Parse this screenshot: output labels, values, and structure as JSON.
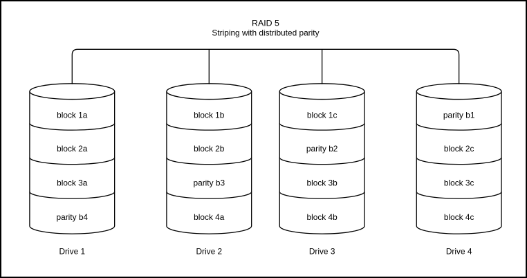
{
  "diagram": {
    "title": "RAID 5",
    "subtitle": "Striping with distributed parity"
  },
  "drives": [
    {
      "label": "Drive 1",
      "blocks": [
        "block 1a",
        "block 2a",
        "block 3a",
        "parity b4"
      ]
    },
    {
      "label": "Drive 2",
      "blocks": [
        "block 1b",
        "block 2b",
        "parity b3",
        "block 4a"
      ]
    },
    {
      "label": "Drive 3",
      "blocks": [
        "block 1c",
        "parity b2",
        "block 3b",
        "block 4b"
      ]
    },
    {
      "label": "Drive 4",
      "blocks": [
        "parity b1",
        "block 2c",
        "block 3c",
        "block 4c"
      ]
    }
  ],
  "colors": {
    "stroke": "#000000",
    "background": "#ffffff"
  }
}
